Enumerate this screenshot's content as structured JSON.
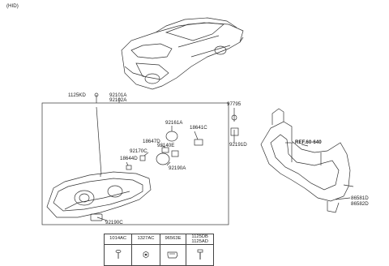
{
  "variant": "(HID)",
  "labels": {
    "p92101A": "92101A",
    "p92102A": "92102A",
    "p1125KD": "1125KD",
    "p97795": "97795",
    "p92161A": "92161A",
    "p18647D": "18647D",
    "p92140E": "92140E",
    "p18641C": "18641C",
    "p92170C": "92170C",
    "p18644D": "18644D",
    "p92190A": "92190A",
    "p92191D": "92191D",
    "p92190C": "92190C",
    "ref": "REF.60-640",
    "p86581D": "86581D",
    "p86582D": "86582D"
  },
  "table": {
    "headers": [
      "1014AC",
      "1327AC",
      "96563E",
      "1125DB\n1125AD"
    ],
    "icons": [
      "screw-icon",
      "nut-icon",
      "clip-icon",
      "bolt-icon"
    ]
  }
}
